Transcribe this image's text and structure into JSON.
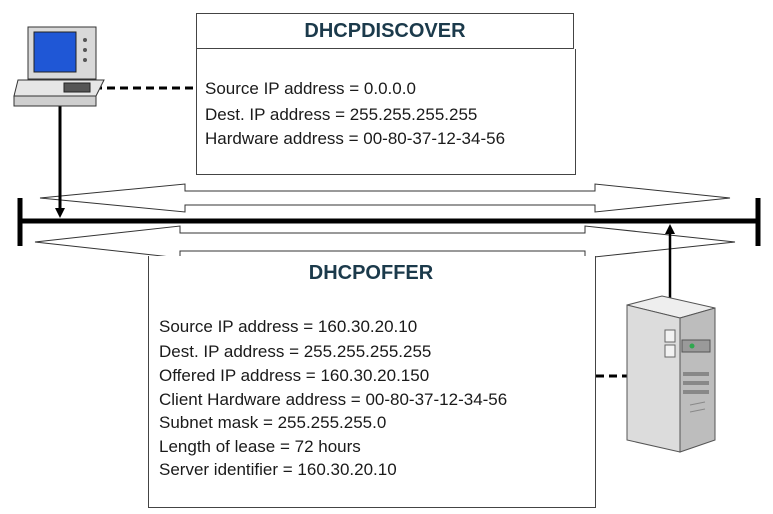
{
  "discover": {
    "title": "DHCPDISCOVER",
    "lines": [
      "Source IP address = 0.0.0.0",
      "Dest. IP address = 255.255.255.255",
      "Hardware address = 00-80-37-12-34-56"
    ]
  },
  "offer": {
    "title": "DHCPOFFER",
    "lines": [
      "Source IP address = 160.30.20.10",
      "Dest. IP address = 255.255.255.255",
      "Offered IP address = 160.30.20.150",
      "Client Hardware address = 00-80-37-12-34-56",
      "Subnet mask = 255.255.255.0",
      "Length of lease = 72 hours",
      "Server identifier = 160.30.20.10"
    ]
  },
  "icons": {
    "client": "desktop-computer-icon",
    "server": "tower-server-icon"
  }
}
